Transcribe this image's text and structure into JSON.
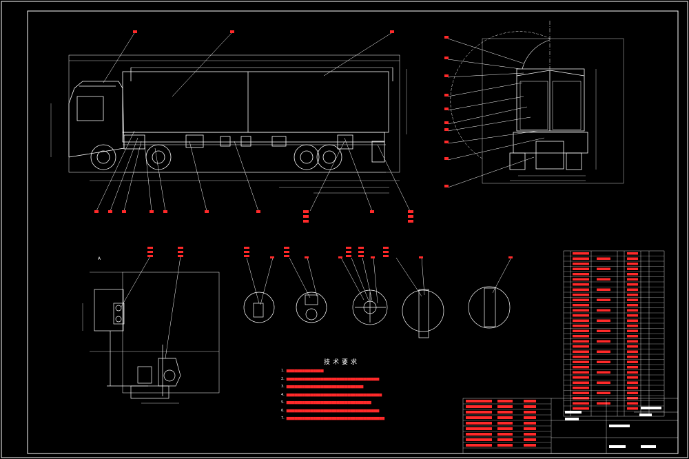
{
  "drawing": {
    "colors": {
      "background": "#000000",
      "outline": "#ffffff",
      "dimension": "#ffffff",
      "callout": "#ff2a2a",
      "leader": "#ffffff",
      "table_grid": "#ffffff",
      "table_text": "#ff2a2a"
    },
    "requirements": {
      "title": "技术要求",
      "items": [
        "1.",
        "2.",
        "3.",
        "4.",
        "5.",
        "6.",
        "7."
      ]
    },
    "views": {
      "section_mark": "A"
    }
  }
}
